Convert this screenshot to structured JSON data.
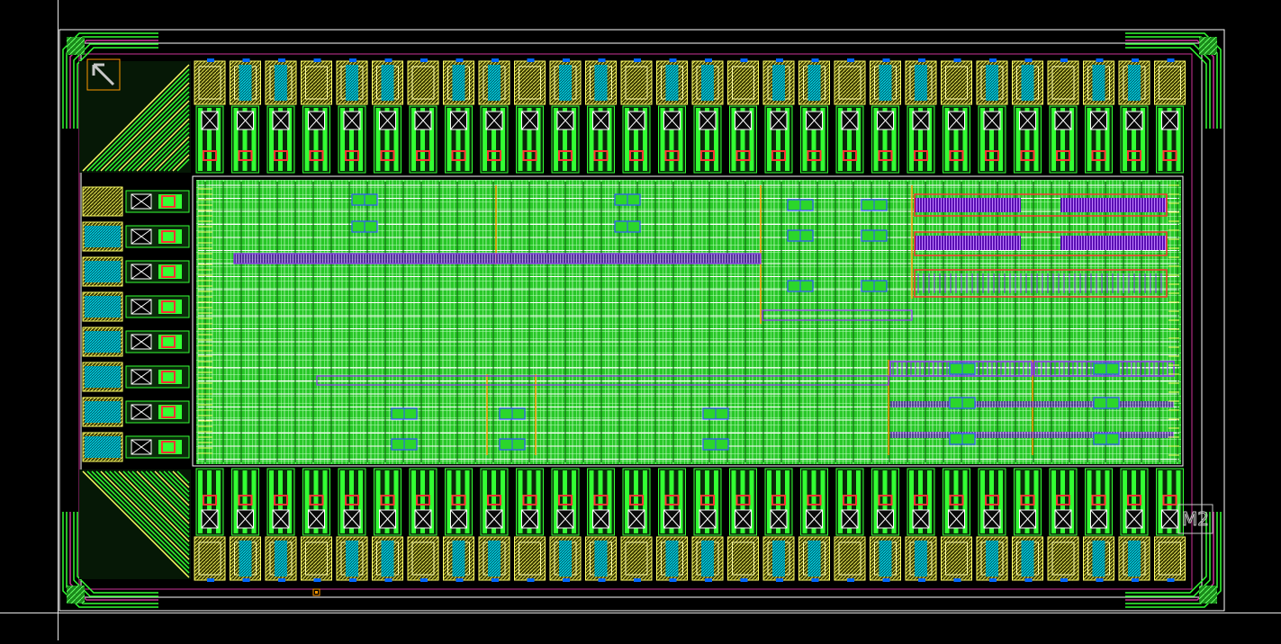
{
  "view": {
    "kind": "layout-editor-canvas",
    "background": "#000000"
  },
  "layers": {
    "metal1": "#33ff33",
    "metal2": "#ffff66",
    "poly": "#ff3333",
    "via": "#00e5ff",
    "metal3": "#9933ff",
    "diff": "#ff9900",
    "outline": "#ffffff",
    "nwell": "#cc3399"
  },
  "icons": {
    "pad_marker": "arrow-northwest-icon",
    "die_corner": "corner-pad-icon",
    "origin_marker": "origin-square-icon"
  },
  "labels": {
    "corner_glyph_top_left": "↖",
    "corner_glyph_bottom_right": "M2"
  },
  "pad_ring": {
    "top_count": 28,
    "bottom_count": 28,
    "left_count": 8
  }
}
